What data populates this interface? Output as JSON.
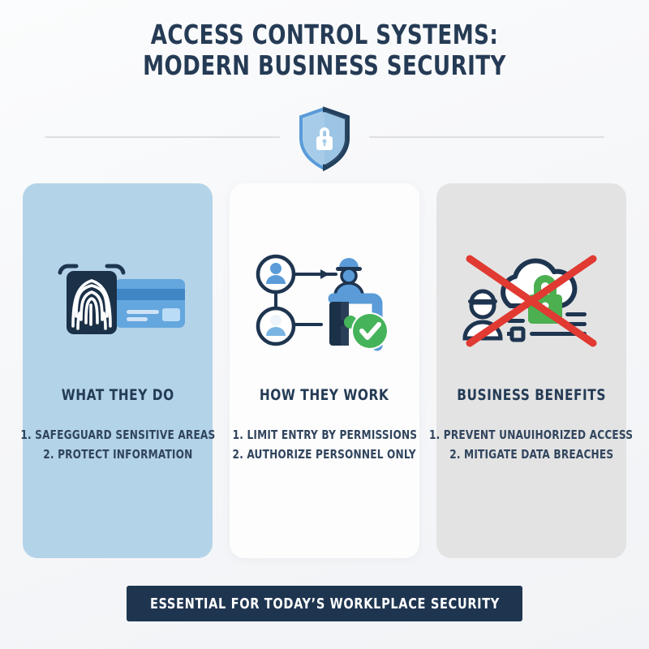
{
  "header": {
    "title_line_1": "ACCESS CONTROL SYSTEMS:",
    "title_line_2": "MODERN BUSINESS SECURITY",
    "hero_icon": "shield-lock-icon"
  },
  "colors": {
    "background": "#f7f8fa",
    "navy": "#243b55",
    "card_1_bg": "#b3d3e8",
    "card_2_bg": "#fdfdfd",
    "card_3_bg": "#e3e3e3",
    "accent_blue": "#5a9bd8",
    "accent_green": "#45b35a",
    "accent_red": "#e03a32",
    "divider": "#dcdfe3",
    "footer_bg": "#1e3550"
  },
  "cards": [
    {
      "icon": "fingerprint-scanner-card-icon",
      "heading": "WHAT THEY DO",
      "items": [
        "1. SAFEGGUARD SENSITIVE AREAS",
        "2. PROTECT INFORMATION"
      ]
    },
    {
      "icon": "access-flow-door-check-icon",
      "heading": "HOW THEY WORK",
      "items": [
        "1. LIMIT ENTRY BY PERMISSIONS",
        "2. AUTHORIZE PERSONNEL ONLY"
      ]
    },
    {
      "icon": "blocked-data-breach-icon",
      "heading": "BUSINESS BENEFITS",
      "items": [
        "1. PREVENT UNAUIHORIZED ACCESS",
        "2. MITIGATE DATA BREACHES"
      ]
    }
  ],
  "footer": {
    "text": "ESSENTIAL FOR TODAY’S WORKLPLACE SECURITY"
  }
}
